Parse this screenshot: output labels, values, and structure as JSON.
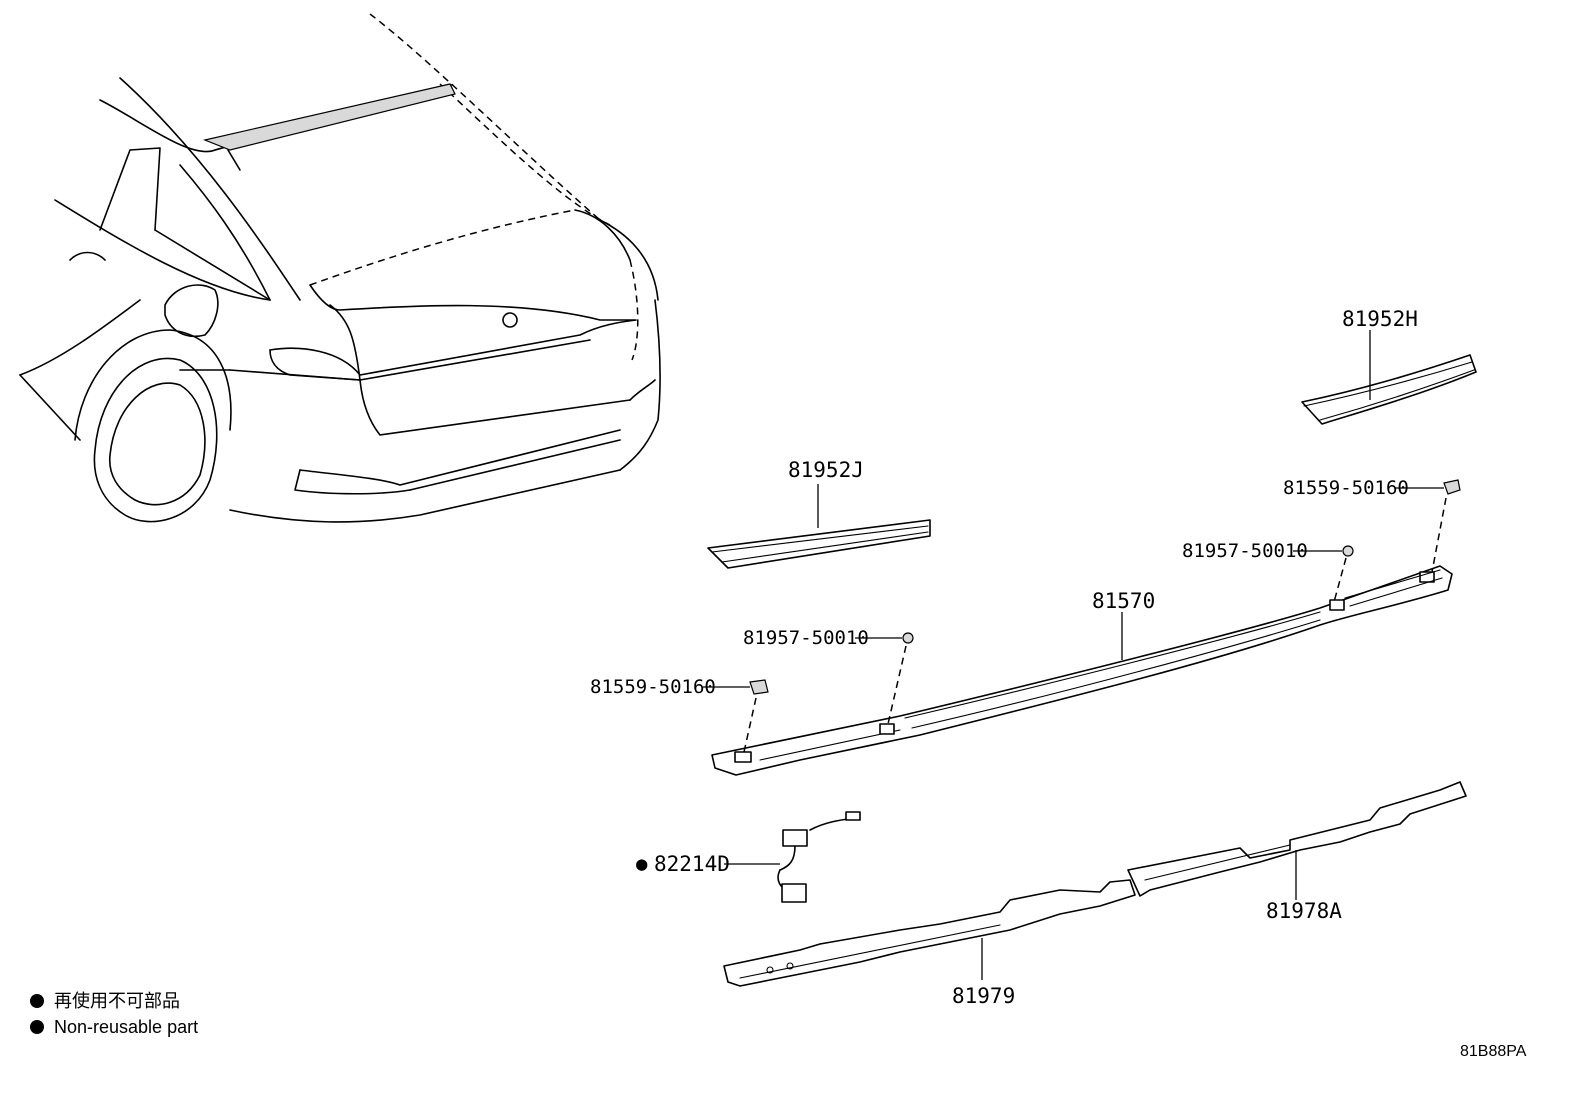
{
  "parts": {
    "p81952H": "81952H",
    "p81952J": "81952J",
    "p81559_right": "81559-50160",
    "p81957_right": "81957-50010",
    "p81570": "81570",
    "p81957_left": "81957-50010",
    "p81559_left": "81559-50160",
    "p82214D": "82214D",
    "p81978A": "81978A",
    "p81979": "81979"
  },
  "legend": {
    "line_ja": "再使用不可部品",
    "line_en": "Non-reusable part",
    "bullet": "●"
  },
  "diagram_code": "81B88PA",
  "colors": {
    "line": "#000000",
    "background": "#ffffff"
  }
}
